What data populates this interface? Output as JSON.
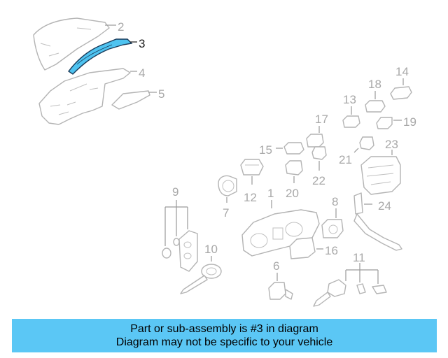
{
  "callouts": {
    "c1": "1",
    "c2": "2",
    "c3": "3",
    "c4": "4",
    "c5": "5",
    "c6": "6",
    "c7": "7",
    "c8": "8",
    "c9": "9",
    "c10": "10",
    "c11": "11",
    "c12": "12",
    "c13": "13",
    "c14": "14",
    "c15": "15",
    "c16": "16",
    "c17": "17",
    "c18": "18",
    "c19": "19",
    "c20": "20",
    "c21": "21",
    "c22": "22",
    "c23": "23",
    "c24": "24"
  },
  "highlighted_part": "3",
  "colors": {
    "highlight": "#4ec3f0",
    "banner": "#5bc7f5"
  },
  "banner": {
    "line1": "Part or sub-assembly is #3 in diagram",
    "line2": "Diagram may not be specific to your vehicle"
  }
}
